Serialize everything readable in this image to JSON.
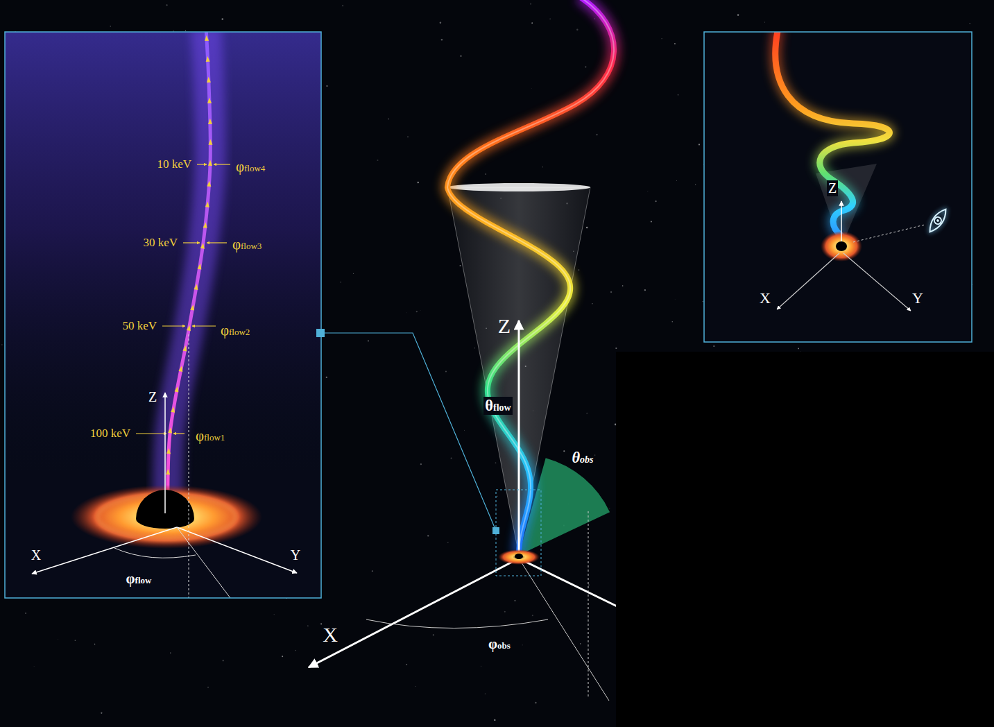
{
  "diagram": {
    "labels": [
      "10 keV",
      "φflow4",
      "30 keV",
      "φflow3",
      "50 keV",
      "φflow2",
      "Z",
      "100 keV",
      "φflow1",
      "X",
      "Y",
      "φflow",
      "Z",
      "θflow",
      "θobs",
      "X",
      "φobs",
      "Z",
      "X",
      "Y"
    ]
  }
}
